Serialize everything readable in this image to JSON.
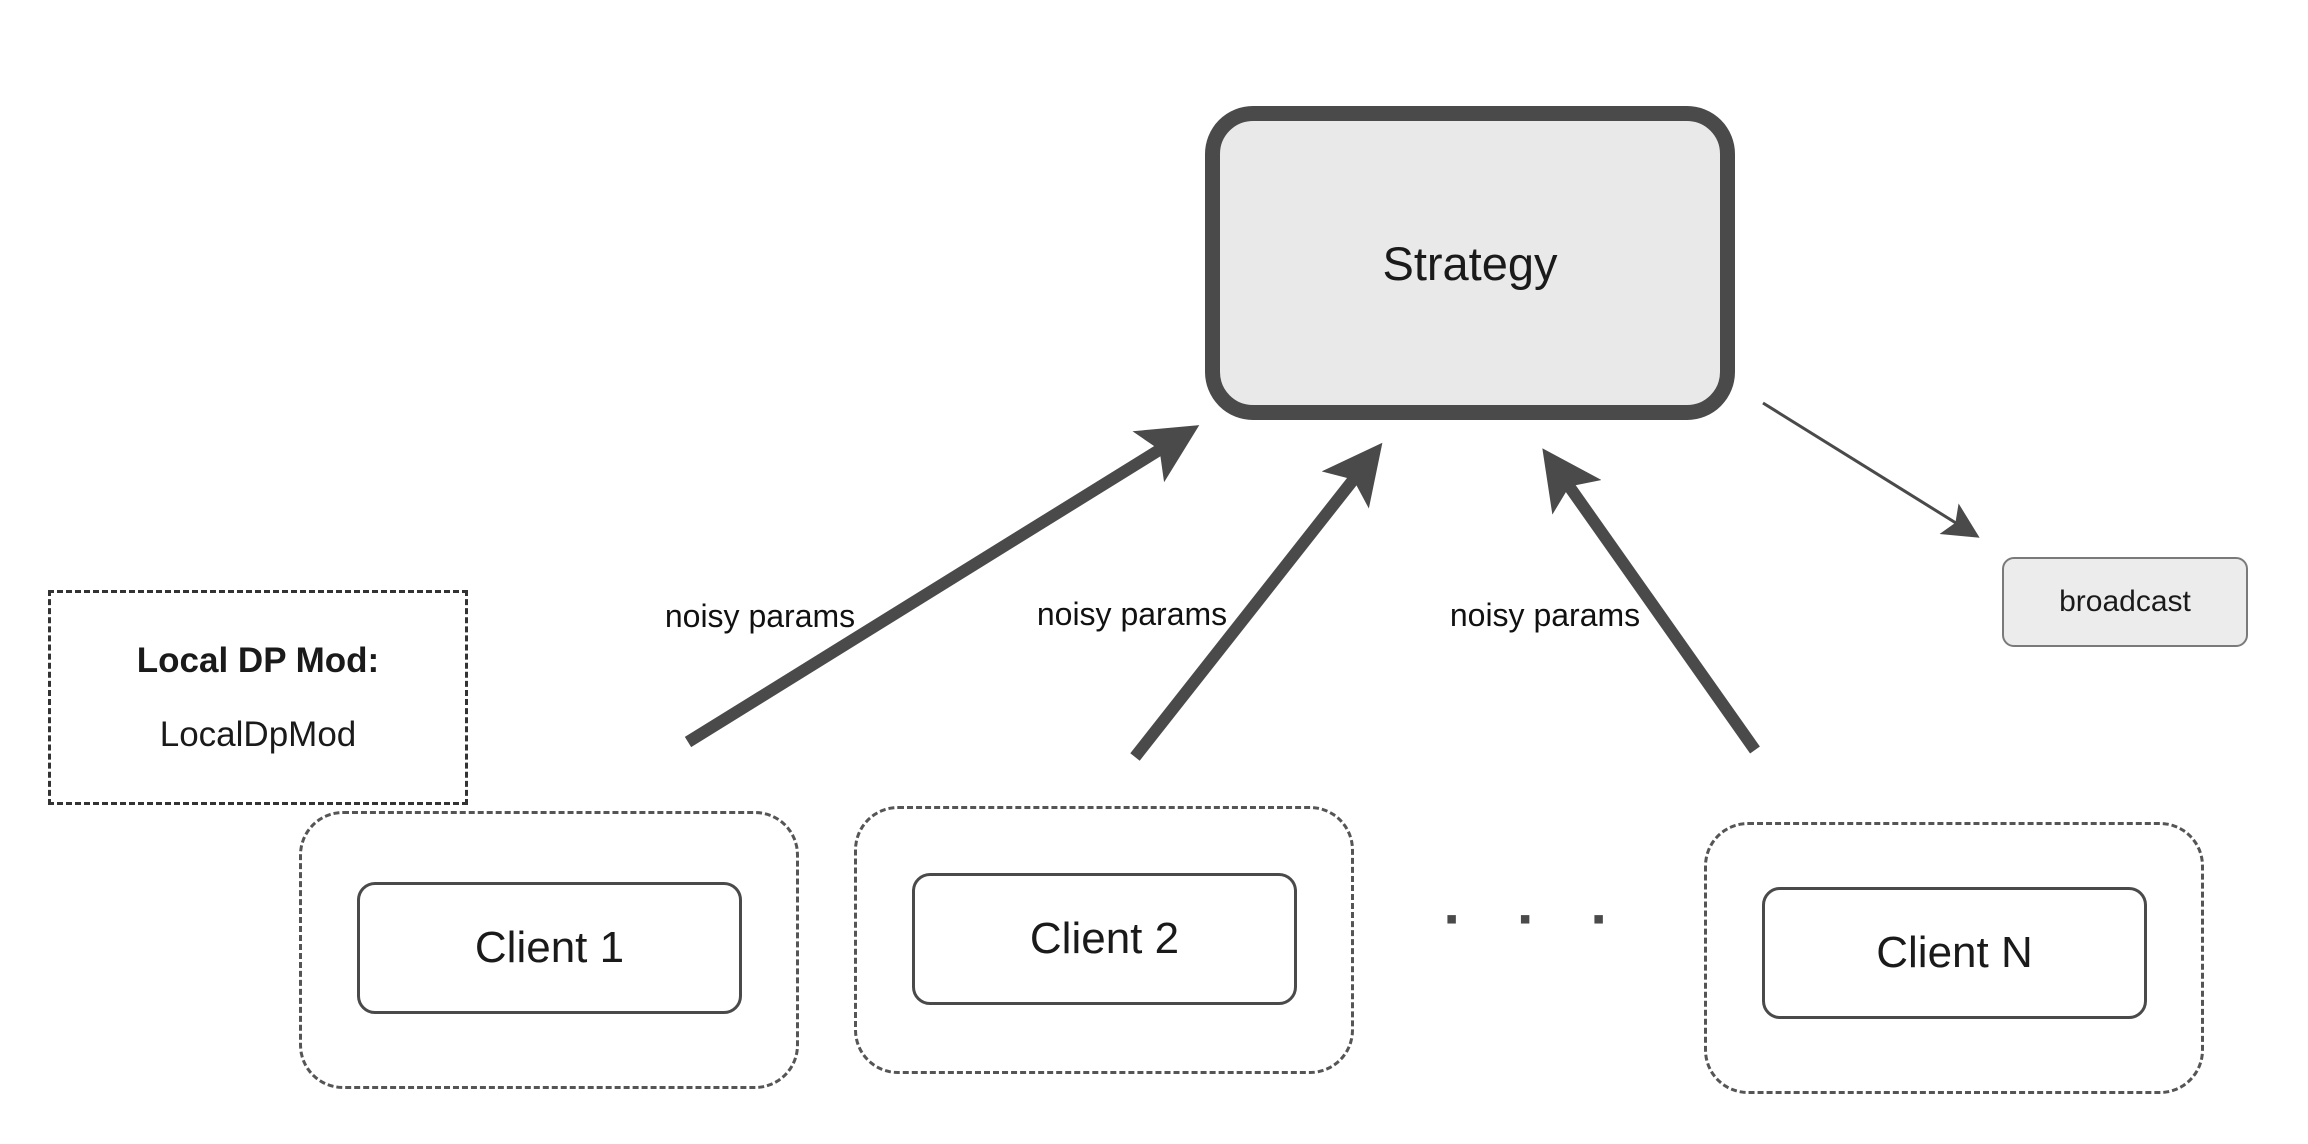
{
  "diagram": {
    "strategy": {
      "label": "Strategy"
    },
    "broadcast": {
      "label": "broadcast"
    },
    "local_dp_mod": {
      "title": "Local DP Mod:",
      "value": "LocalDpMod"
    },
    "clients": [
      {
        "label": "Client 1"
      },
      {
        "label": "Client 2"
      },
      {
        "label": "Client N"
      }
    ],
    "ellipsis": "▪ ▪ ▪",
    "arrow_labels": [
      "noisy params",
      "noisy params",
      "noisy params"
    ],
    "colors": {
      "box_fill": "#e9e9e9",
      "border_dark": "#4a4a4a",
      "arrow": "#4a4a4a",
      "dashed_border": "#555555"
    }
  }
}
